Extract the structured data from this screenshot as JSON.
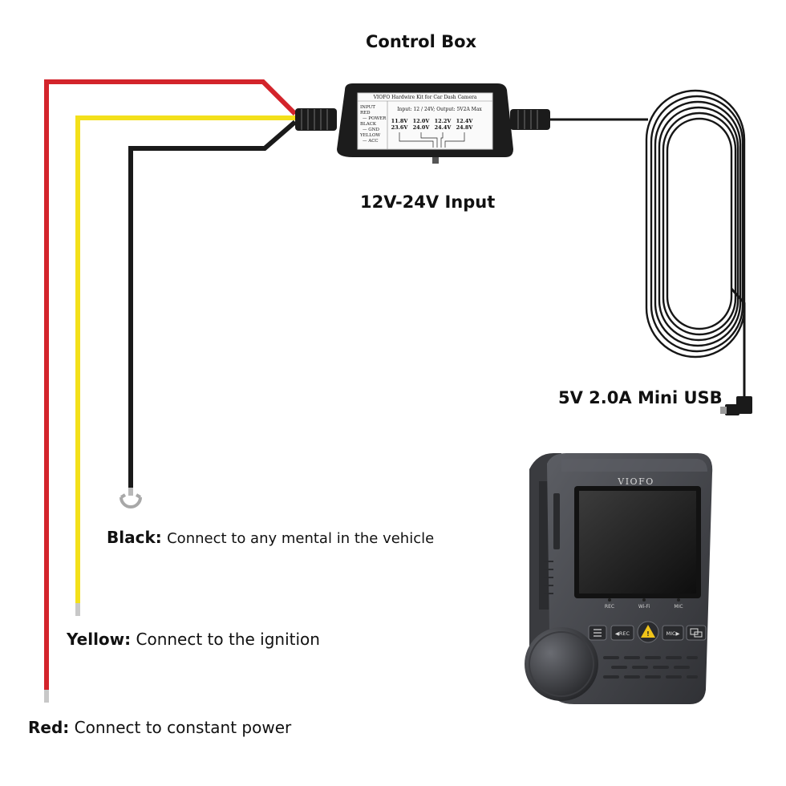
{
  "labels": {
    "control_box": "Control Box",
    "input": "12V-24V Input",
    "output": "5V 2.0A Mini USB"
  },
  "wire_notes": {
    "black_name": "Black:",
    "black_desc": "Connect to any mental in the vehicle",
    "yellow_name": "Yellow:",
    "yellow_desc": "Connect to the ignition",
    "red_name": "Red:",
    "red_desc": "Connect to constant power"
  },
  "box_label": {
    "title": "VIOFO Hardwire Kit for Car Dash Camera",
    "input_header": "INPUT",
    "red": "RED",
    "power": "— POWER",
    "black": "BLACK",
    "gnd": "— GND",
    "yellow": "YELLOW",
    "acc": "— ACC",
    "spec": "Input: 12 / 24V; Output: 5V2A Max",
    "v1a": "11.8V",
    "v1b": "23.6V",
    "v2a": "12.0V",
    "v2b": "24.0V",
    "v3a": "12.2V",
    "v3b": "24.4V",
    "v4a": "12.4V",
    "v4b": "24.8V"
  },
  "camera": {
    "brand": "VIOFO",
    "led_rec": "REC",
    "led_wifi": "Wi-Fi",
    "led_mic": "MIC",
    "btn_rec": "◀REC",
    "btn_mic": "MIC▶"
  },
  "colors": {
    "red_wire": "#d3242b",
    "yellow_wire": "#f3e01a",
    "black_wire": "#1a1a1a",
    "camera_body": "#4a4c52"
  }
}
